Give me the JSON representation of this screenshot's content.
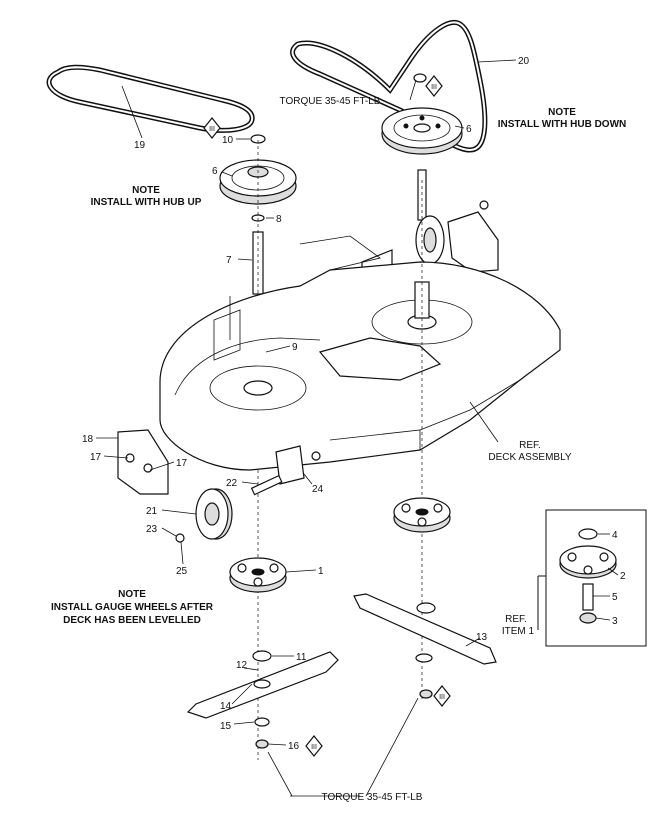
{
  "notes": {
    "hub_up_line1": "NOTE",
    "hub_up_line2": "INSTALL WITH HUB UP",
    "hub_down_line1": "NOTE",
    "hub_down_line2": "INSTALL WITH HUB DOWN",
    "gauge_line1": "NOTE",
    "gauge_line2": "INSTALL GAUGE WHEELS AFTER",
    "gauge_line3": "DECK HAS BEEN LEVELLED"
  },
  "torque_top": "TORQUE 35-45 FT-LB",
  "torque_bottom": "TORQUE 35-45 FT-LB",
  "ref_deck_line1": "REF.",
  "ref_deck_line2": "DECK ASSEMBLY",
  "ref_item_line1": "REF.",
  "ref_item_line2": "ITEM 1",
  "marker_symbol": "III",
  "callouts": {
    "c1": "1",
    "c2": "2",
    "c3": "3",
    "c4": "4",
    "c5": "5",
    "c6a": "6",
    "c6b": "6",
    "c7": "7",
    "c8": "8",
    "c9": "9",
    "c10": "10",
    "c11": "11",
    "c12": "12",
    "c13": "13",
    "c14": "14",
    "c15": "15",
    "c16": "16",
    "c17a": "17",
    "c17b": "17",
    "c18": "18",
    "c19": "19",
    "c20": "20",
    "c21": "21",
    "c22": "22",
    "c23": "23",
    "c24": "24",
    "c25": "25"
  }
}
